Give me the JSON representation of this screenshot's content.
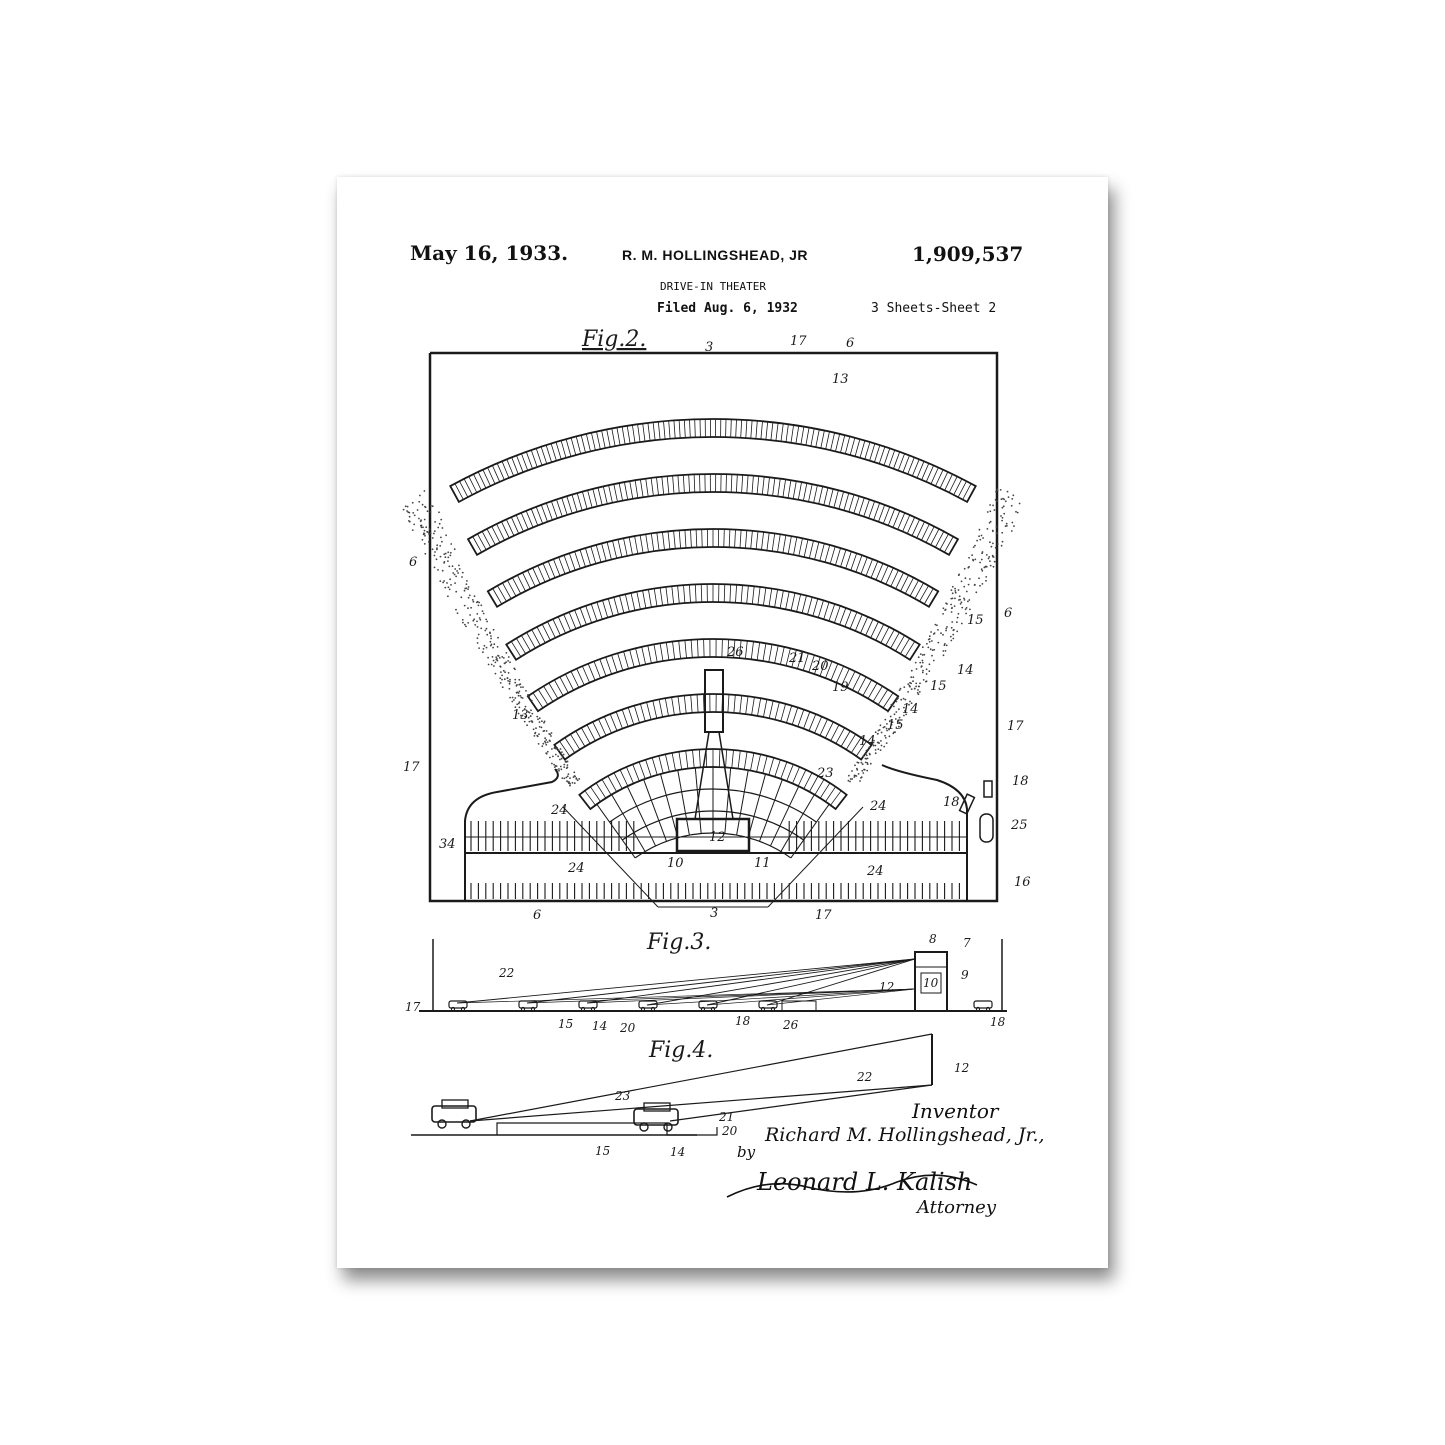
{
  "header": {
    "date": "May 16, 1933.",
    "inventor": "R. M. HOLLINGSHEAD, JR",
    "patent_number": "1,909,537",
    "title": "DRIVE-IN THEATER",
    "filed": "Filed Aug. 6, 1932",
    "sheets": "3 Sheets-Sheet  2"
  },
  "figures": {
    "fig2": "Fig.2.",
    "fig3": "Fig.3.",
    "fig4": "Fig.4."
  },
  "fig2_labels": {
    "n3a": "3",
    "n17a": "17",
    "n6a": "6",
    "n13a": "13",
    "n6b": "6",
    "n6c": "6",
    "n15a": "15",
    "n14a": "14",
    "n15b": "15",
    "n26": "26",
    "n21": "21",
    "n20": "20",
    "n19": "19",
    "n14b": "14",
    "n15c": "15",
    "n14c": "14",
    "n23": "23",
    "n13b": "13",
    "n17b": "17",
    "n17c": "17",
    "n18a": "18",
    "n18b": "18",
    "n25": "25",
    "n24a": "24",
    "n24b": "24",
    "n34": "34",
    "n12": "12",
    "n10": "10",
    "n11": "11",
    "n24c": "24",
    "n24d": "24",
    "n16": "16",
    "n6d": "6",
    "n3b": "3",
    "n17d": "17"
  },
  "fig3_labels": {
    "n8": "8",
    "n7": "7",
    "n9": "9",
    "n10": "10",
    "n12": "12",
    "n22": "22",
    "n17": "17",
    "n15": "15",
    "n14": "14",
    "n20": "20",
    "n18a": "18",
    "n26": "26",
    "n18b": "18"
  },
  "fig4_labels": {
    "n12": "12",
    "n22a": "22",
    "n23": "23",
    "n21": "21",
    "n20": "20",
    "n15": "15",
    "n14": "14"
  },
  "signature_block": {
    "inventor_label": "Inventor",
    "inventor_name": "Richard M. Hollingshead, Jr.,",
    "by": "by",
    "attorney_signature": "Leonard L. Kalish",
    "attorney_label": "Attorney"
  }
}
